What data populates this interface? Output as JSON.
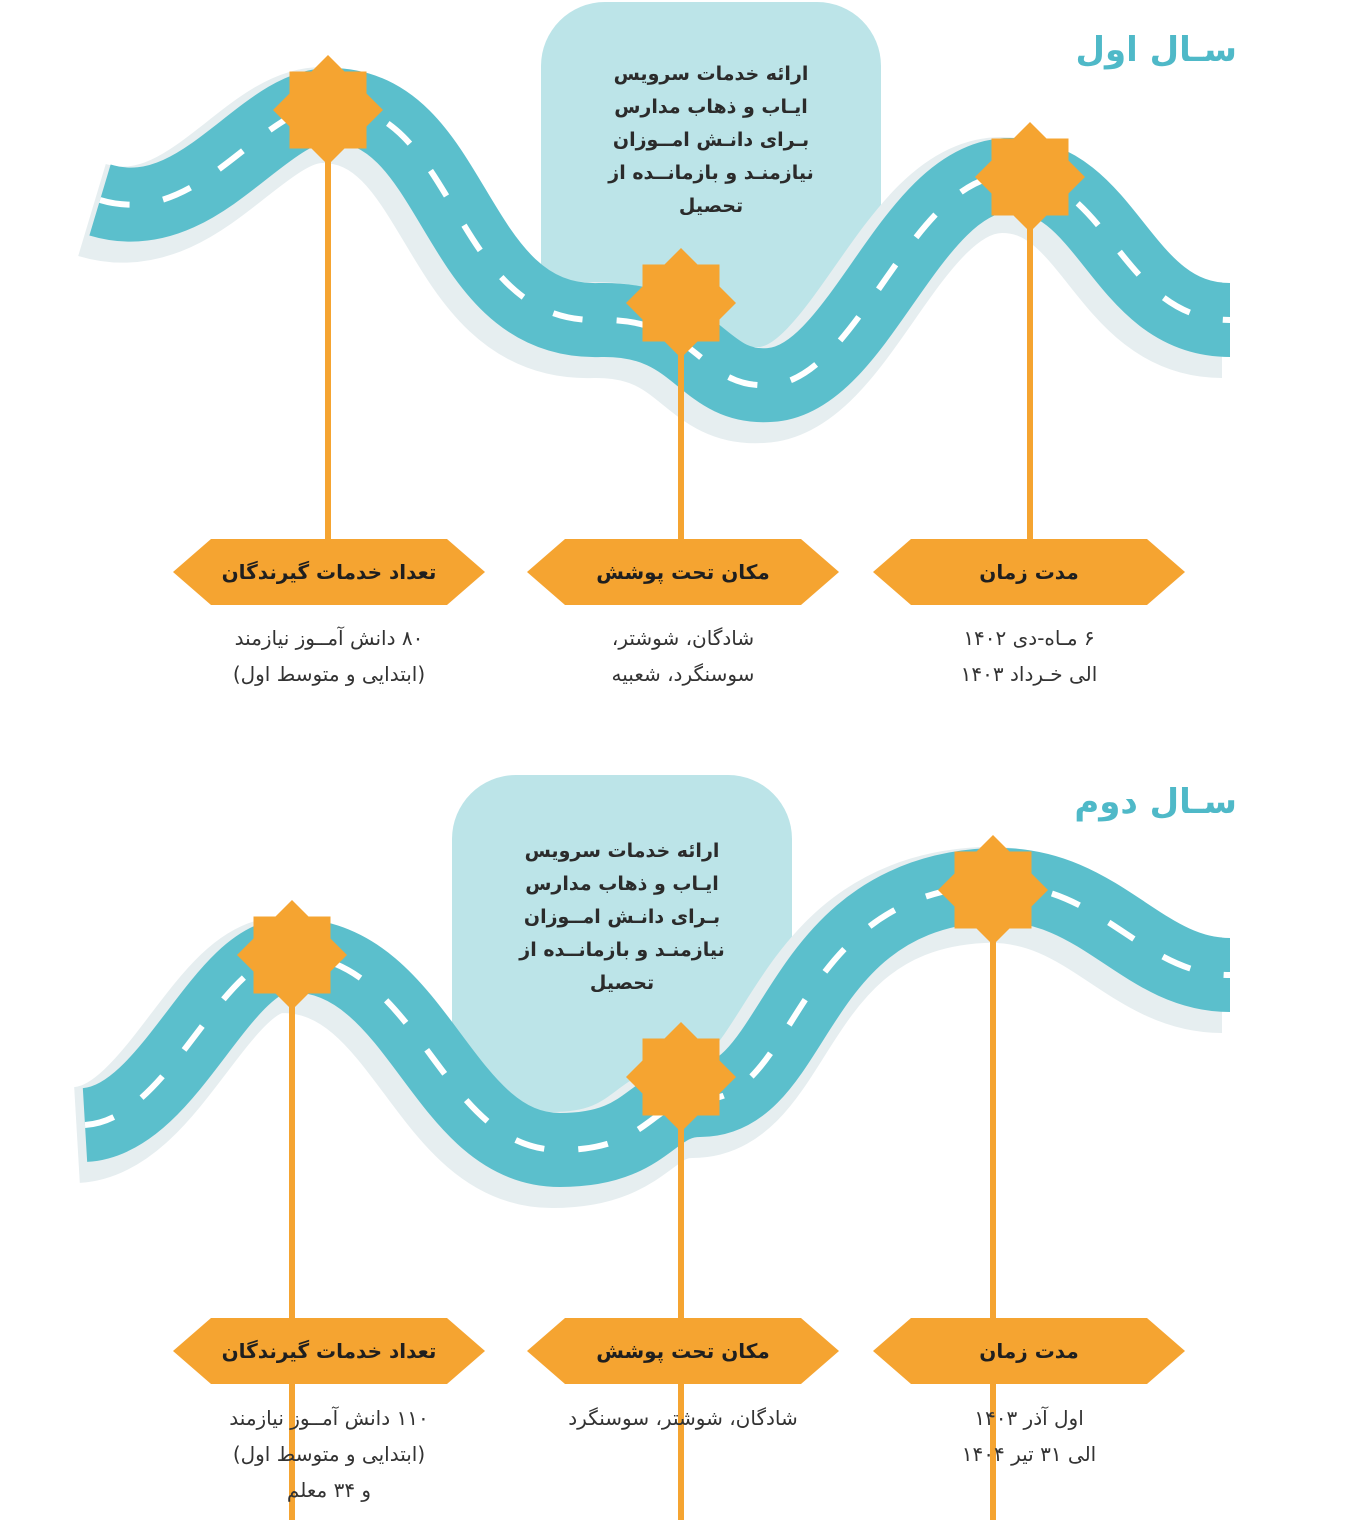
{
  "colors": {
    "road": "#5bbfcc",
    "road_shadow": "#e6eef0",
    "orange": "#f5a431",
    "bubble": "#bce4e8",
    "title": "#4fb9c8"
  },
  "sections": [
    {
      "title": "سـال اول",
      "bubble_lines": [
        "ارائه خدمات سرویس",
        "ایـاب و ذهاب مدارس",
        "بـرای دانـش امــوزان",
        "نیازمنـد و بازمانــده از",
        "تحصیل"
      ],
      "labels": [
        "تعداد خدمات گیرندگان",
        "مکان تحت پوشش",
        "مدت زمان"
      ],
      "values": [
        [
          "۸۰ دانش آمــوز نیازمند",
          "(ابتدایی و متوسط اول)"
        ],
        [
          "شادگان،   شوشتر،",
          "سوسنگرد، شعبیه"
        ],
        [
          "۶ مـاه-دی ۱۴۰۲",
          "الی خـرداد ۱۴۰۳"
        ]
      ]
    },
    {
      "title": "سـال دوم",
      "bubble_lines": [
        "ارائه خدمات سرویس",
        "ایـاب و ذهاب مدارس",
        "بـرای دانـش امــوزان",
        "نیازمنـد و بازمانــده از",
        "تحصیل"
      ],
      "labels": [
        "تعداد خدمات گیرندگان",
        "مکان تحت پوشش",
        "مدت زمان"
      ],
      "values": [
        [
          "۱۱۰ دانش آمــوز نیازمند",
          "(ابتدایی و متوسط اول)",
          "و ۳۴ معلم"
        ],
        [
          "شادگان، شوشتر، سوسنگرد"
        ],
        [
          "اول   آذر   ۱۴۰۳",
          "الی ۳۱ تیر ۱۴۰۴"
        ]
      ]
    }
  ]
}
